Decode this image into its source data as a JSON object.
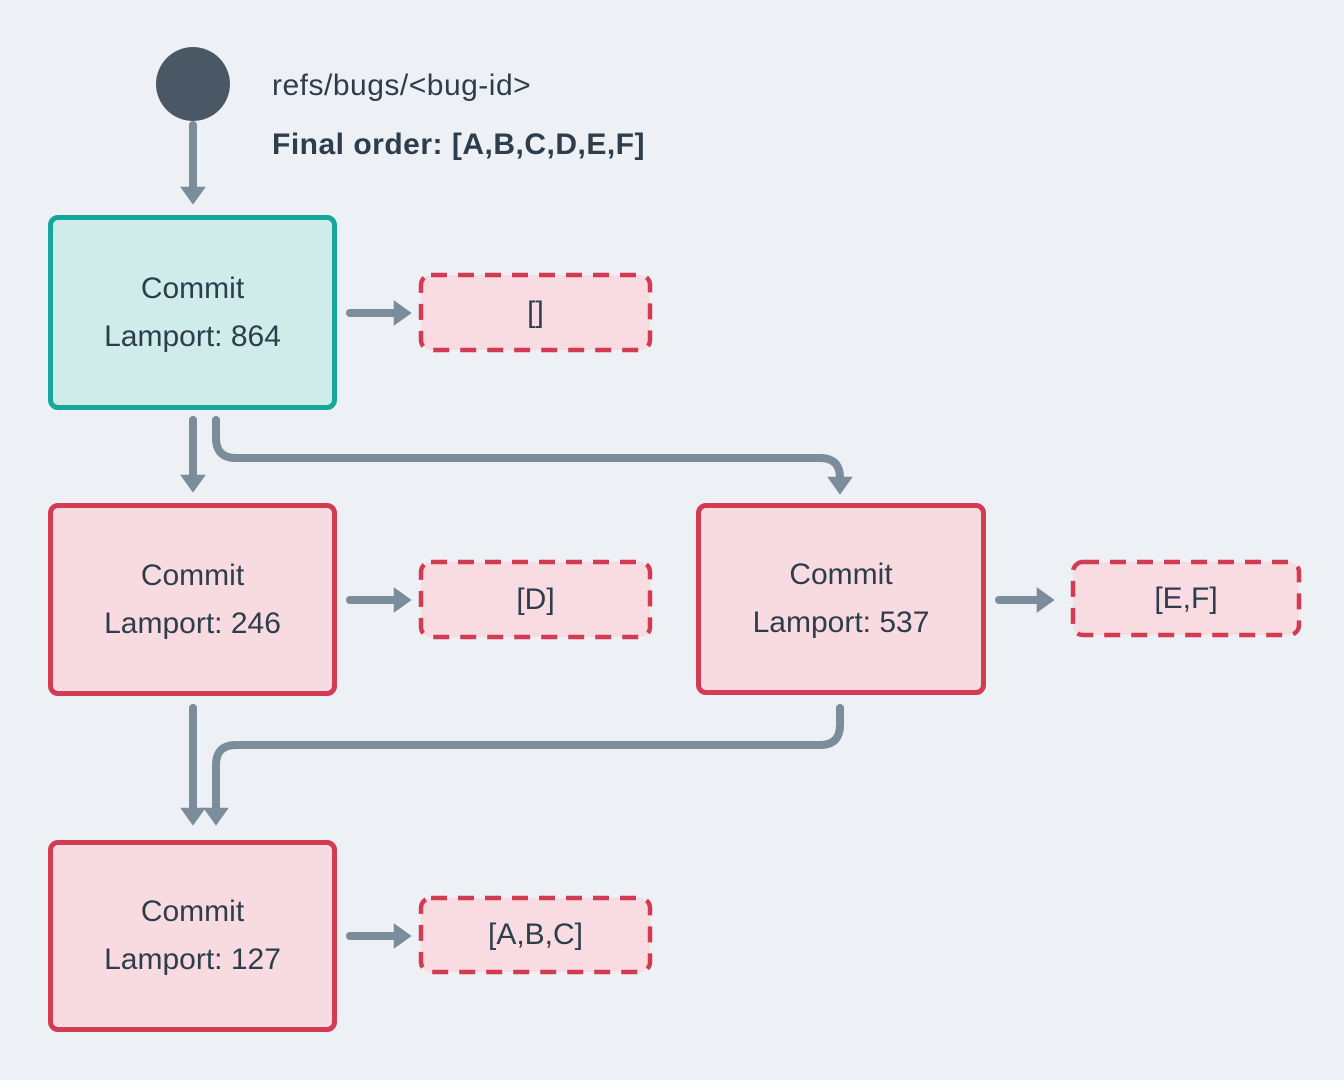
{
  "diagram": {
    "ref": {
      "label": "refs/bugs/<bug-id>",
      "final_order": "Final order: [A,B,C,D,E,F]"
    },
    "nodes": [
      {
        "id": "commit-864",
        "title": "Commit",
        "subtitle": "Lamport: 864",
        "kind": "head"
      },
      {
        "id": "commit-246",
        "title": "Commit",
        "subtitle": "Lamport: 246",
        "kind": "commit"
      },
      {
        "id": "commit-537",
        "title": "Commit",
        "subtitle": "Lamport: 537",
        "kind": "commit"
      },
      {
        "id": "commit-127",
        "title": "Commit",
        "subtitle": "Lamport: 127",
        "kind": "commit"
      }
    ],
    "payloads": [
      {
        "id": "payload-empty",
        "label": "[]"
      },
      {
        "id": "payload-d",
        "label": "[D]"
      },
      {
        "id": "payload-ef",
        "label": "[E,F]"
      },
      {
        "id": "payload-abc",
        "label": "[A,B,C]"
      }
    ],
    "edges": [
      {
        "from": "ref",
        "to": "commit-864"
      },
      {
        "from": "commit-864",
        "to": "payload-empty"
      },
      {
        "from": "commit-864",
        "to": "commit-246"
      },
      {
        "from": "commit-864",
        "to": "commit-537"
      },
      {
        "from": "commit-246",
        "to": "payload-d"
      },
      {
        "from": "commit-537",
        "to": "payload-ef"
      },
      {
        "from": "commit-246",
        "to": "commit-127"
      },
      {
        "from": "commit-537",
        "to": "commit-127"
      },
      {
        "from": "commit-127",
        "to": "payload-abc"
      }
    ],
    "colors": {
      "background": "#edf1f5",
      "edge": "#7b8c9b",
      "text": "#2e3d4b",
      "ref_circle": "#4a5866",
      "head_border": "#17a79a",
      "head_fill": "#d0ecea",
      "commit_border": "#d23b52",
      "commit_fill": "#f8dbe0",
      "payload_border": "#d23b52",
      "payload_fill": "#f9dce1"
    }
  }
}
